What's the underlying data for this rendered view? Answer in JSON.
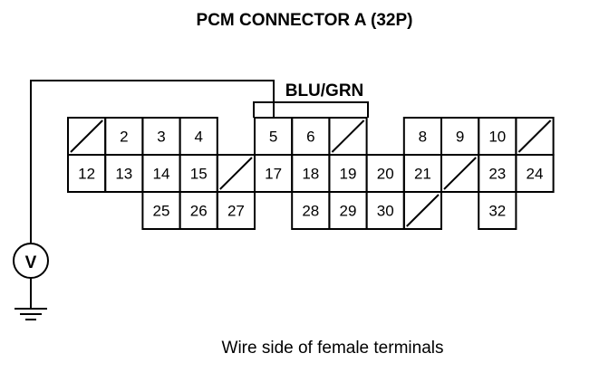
{
  "title": "PCM CONNECTOR A (32P)",
  "wire_color_label": "BLU/GRN",
  "caption": "Wire side of female terminals",
  "meter_symbol": "V",
  "probe_terminal": "5",
  "connector": {
    "rows": [
      [
        {
          "label": ""
        },
        {
          "label": "2"
        },
        {
          "label": "3"
        },
        {
          "label": "4"
        },
        null,
        {
          "label": "5"
        },
        {
          "label": "6"
        },
        {
          "label": ""
        },
        null,
        {
          "label": "8"
        },
        {
          "label": "9"
        },
        {
          "label": "10"
        },
        {
          "label": ""
        }
      ],
      [
        {
          "label": "12"
        },
        {
          "label": "13"
        },
        {
          "label": "14"
        },
        {
          "label": "15"
        },
        {
          "label": ""
        },
        {
          "label": "17"
        },
        {
          "label": "18"
        },
        {
          "label": "19"
        },
        {
          "label": "20"
        },
        {
          "label": "21"
        },
        {
          "label": ""
        },
        {
          "label": "23"
        },
        {
          "label": "24"
        }
      ],
      [
        null,
        null,
        {
          "label": "25"
        },
        {
          "label": "26"
        },
        {
          "label": "27"
        },
        null,
        {
          "label": "28"
        },
        {
          "label": "29"
        },
        {
          "label": "30"
        },
        {
          "label": ""
        },
        null,
        {
          "label": "32"
        },
        null
      ]
    ]
  }
}
